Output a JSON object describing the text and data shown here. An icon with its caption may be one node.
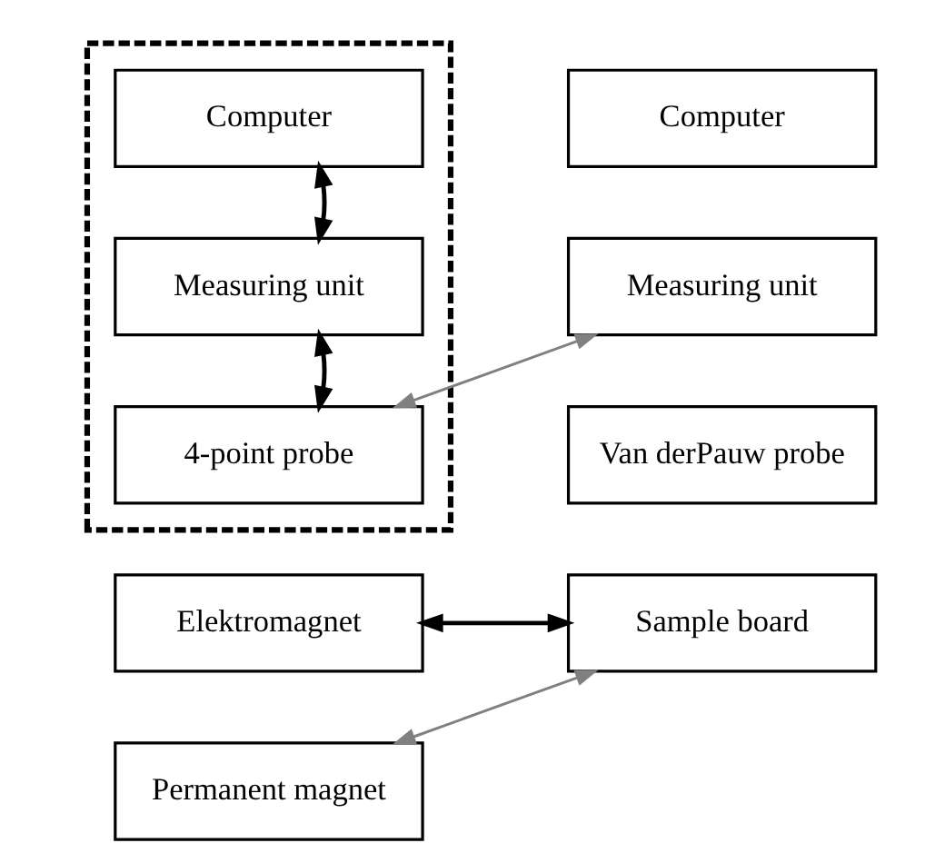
{
  "diagram": {
    "nodes": [
      {
        "text": [],
        "shape": "box"
      },
      {
        "text": [
          "Computer"
        ],
        "in": 0
      },
      {
        "text": [
          "Measuring unit"
        ],
        "in": 0
      },
      {
        "text": [
          "4-point probe"
        ],
        "in": 0
      },
      {
        "text": [
          "Computer"
        ]
      },
      {
        "text": [
          "Measuring unit"
        ]
      },
      {
        "text": [
          "Van derPauw probe"
        ]
      },
      {
        "text": [
          "Elektromagnet"
        ]
      },
      {
        "text": [
          "Sample board"
        ]
      },
      {
        "text": [
          "Permanent magnet"
        ]
      }
    ],
    "edges": [
      {
        "from": 1,
        "to": 2,
        "arrow": "both"
      },
      {
        "from": 2,
        "to": 3,
        "arrow": "both"
      },
      {
        "from": 3,
        "to": 5,
        "arrow": "both",
        "color": "#808080"
      },
      {
        "from": 7,
        "to": 8,
        "arrow": "both"
      },
      {
        "from": 9,
        "to": 8,
        "arrow": "both",
        "color": "#808080"
      }
    ]
  }
}
